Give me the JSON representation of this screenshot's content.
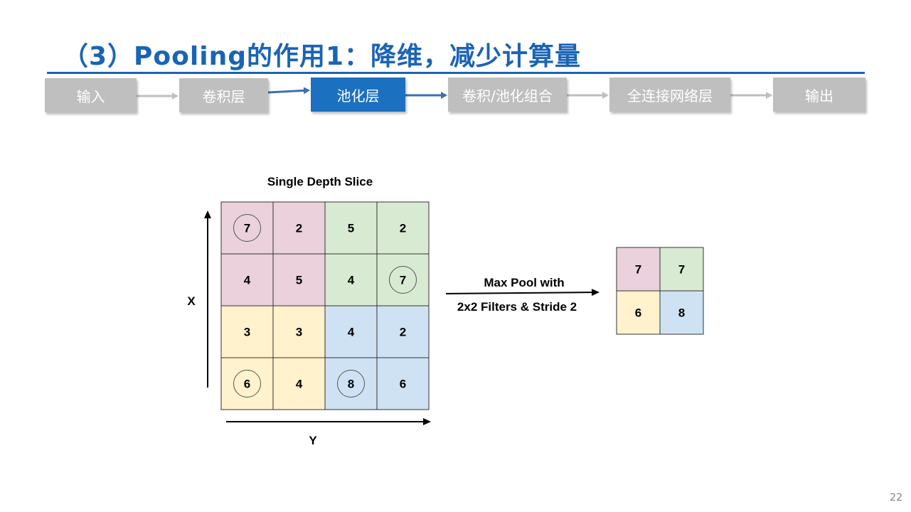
{
  "slide": {
    "title": "（3）Pooling的作用1：降维，减少计算量",
    "page_number": "22"
  },
  "pipeline": {
    "steps": [
      {
        "label": "输入",
        "active": false
      },
      {
        "label": "卷积层",
        "active": false
      },
      {
        "label": "池化层",
        "active": true
      },
      {
        "label": "卷积/池化组合",
        "active": false
      },
      {
        "label": "全连接网络层",
        "active": false
      },
      {
        "label": "输出",
        "active": false
      }
    ]
  },
  "diagram": {
    "input_title": "Single Depth Slice",
    "x_axis_label": "X",
    "y_axis_label": "Y",
    "operation_line1": "Max Pool with",
    "operation_line2": "2x2 Filters & Stride 2",
    "input_grid": [
      [
        "7",
        "2",
        "5",
        "2"
      ],
      [
        "4",
        "5",
        "4",
        "7"
      ],
      [
        "3",
        "3",
        "4",
        "2"
      ],
      [
        "6",
        "4",
        "8",
        "6"
      ]
    ],
    "circled_cells": [
      [
        0,
        0
      ],
      [
        1,
        3
      ],
      [
        3,
        0
      ],
      [
        3,
        2
      ]
    ],
    "output_grid": [
      [
        "7",
        "7"
      ],
      [
        "6",
        "8"
      ]
    ],
    "quadrant_colors": {
      "top_left": "#ead1dc",
      "top_right": "#d9ead3",
      "bottom_left": "#fff2cc",
      "bottom_right": "#cfe2f3"
    }
  }
}
